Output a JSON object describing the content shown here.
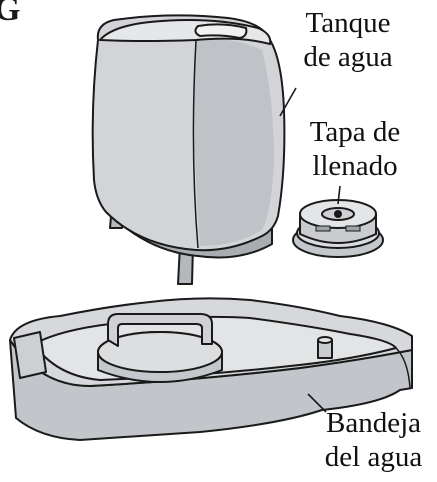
{
  "figure": {
    "step_marker": "G",
    "colors": {
      "ink": "#1a1a1a",
      "body_light": "#e2e3e5",
      "body_mid": "#c9cbce",
      "body_dark": "#9fa2a6",
      "tray_fill": "#d7d9dc"
    },
    "callouts": {
      "tank": {
        "line1": "Tanque",
        "line2": "de agua"
      },
      "fill_cap": {
        "line1": "Tapa de",
        "line2": "llenado"
      },
      "tray": {
        "line1": "Bandeja",
        "line2": "del agua"
      }
    }
  }
}
